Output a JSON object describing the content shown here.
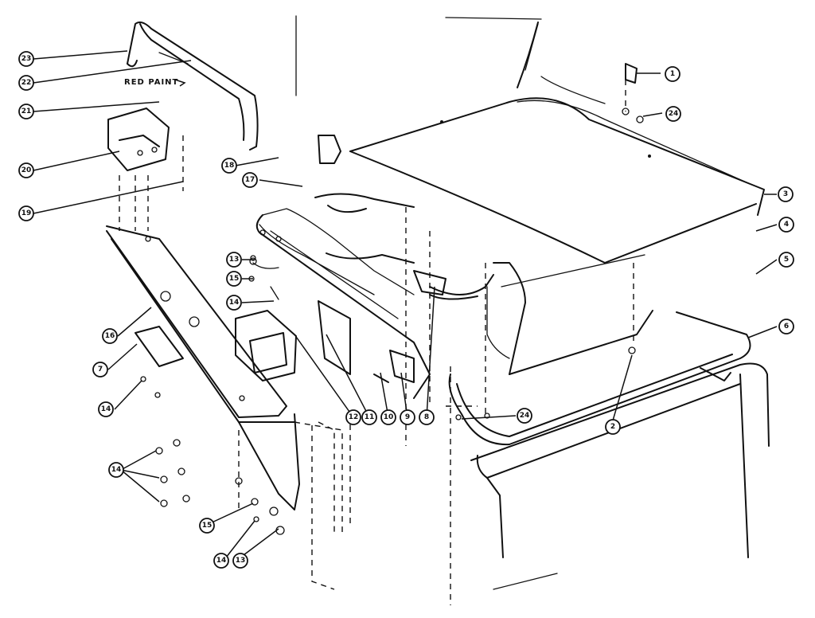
{
  "annotation": "RED PAINT",
  "callouts": [
    {
      "id": "c1",
      "label": "1"
    },
    {
      "id": "c24a",
      "label": "24"
    },
    {
      "id": "c3",
      "label": "3"
    },
    {
      "id": "c4",
      "label": "4"
    },
    {
      "id": "c5",
      "label": "5"
    },
    {
      "id": "c6",
      "label": "6"
    },
    {
      "id": "c2",
      "label": "2"
    },
    {
      "id": "c24b",
      "label": "24"
    },
    {
      "id": "c8",
      "label": "8"
    },
    {
      "id": "c9",
      "label": "9"
    },
    {
      "id": "c10",
      "label": "10"
    },
    {
      "id": "c11",
      "label": "11"
    },
    {
      "id": "c12",
      "label": "12"
    },
    {
      "id": "c13a",
      "label": "13"
    },
    {
      "id": "c14a",
      "label": "14"
    },
    {
      "id": "c15a",
      "label": "15"
    },
    {
      "id": "c16",
      "label": "16"
    },
    {
      "id": "c17",
      "label": "17"
    },
    {
      "id": "c18",
      "label": "18"
    },
    {
      "id": "c19",
      "label": "19"
    },
    {
      "id": "c20",
      "label": "20"
    },
    {
      "id": "c21",
      "label": "21"
    },
    {
      "id": "c22",
      "label": "22"
    },
    {
      "id": "c23",
      "label": "23"
    },
    {
      "id": "c7",
      "label": "7"
    },
    {
      "id": "c14b",
      "label": "14"
    },
    {
      "id": "c14c",
      "label": "14"
    },
    {
      "id": "c15b",
      "label": "15"
    },
    {
      "id": "c14d",
      "label": "14"
    },
    {
      "id": "c13b",
      "label": "13"
    }
  ]
}
